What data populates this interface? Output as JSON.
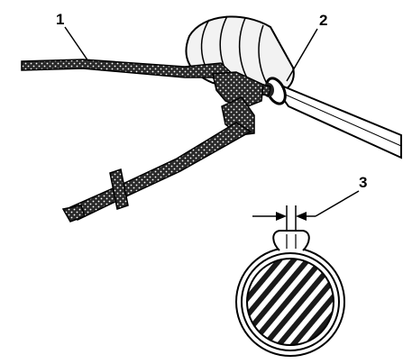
{
  "callouts": [
    {
      "number": "1"
    },
    {
      "number": "2"
    },
    {
      "number": "3"
    }
  ]
}
